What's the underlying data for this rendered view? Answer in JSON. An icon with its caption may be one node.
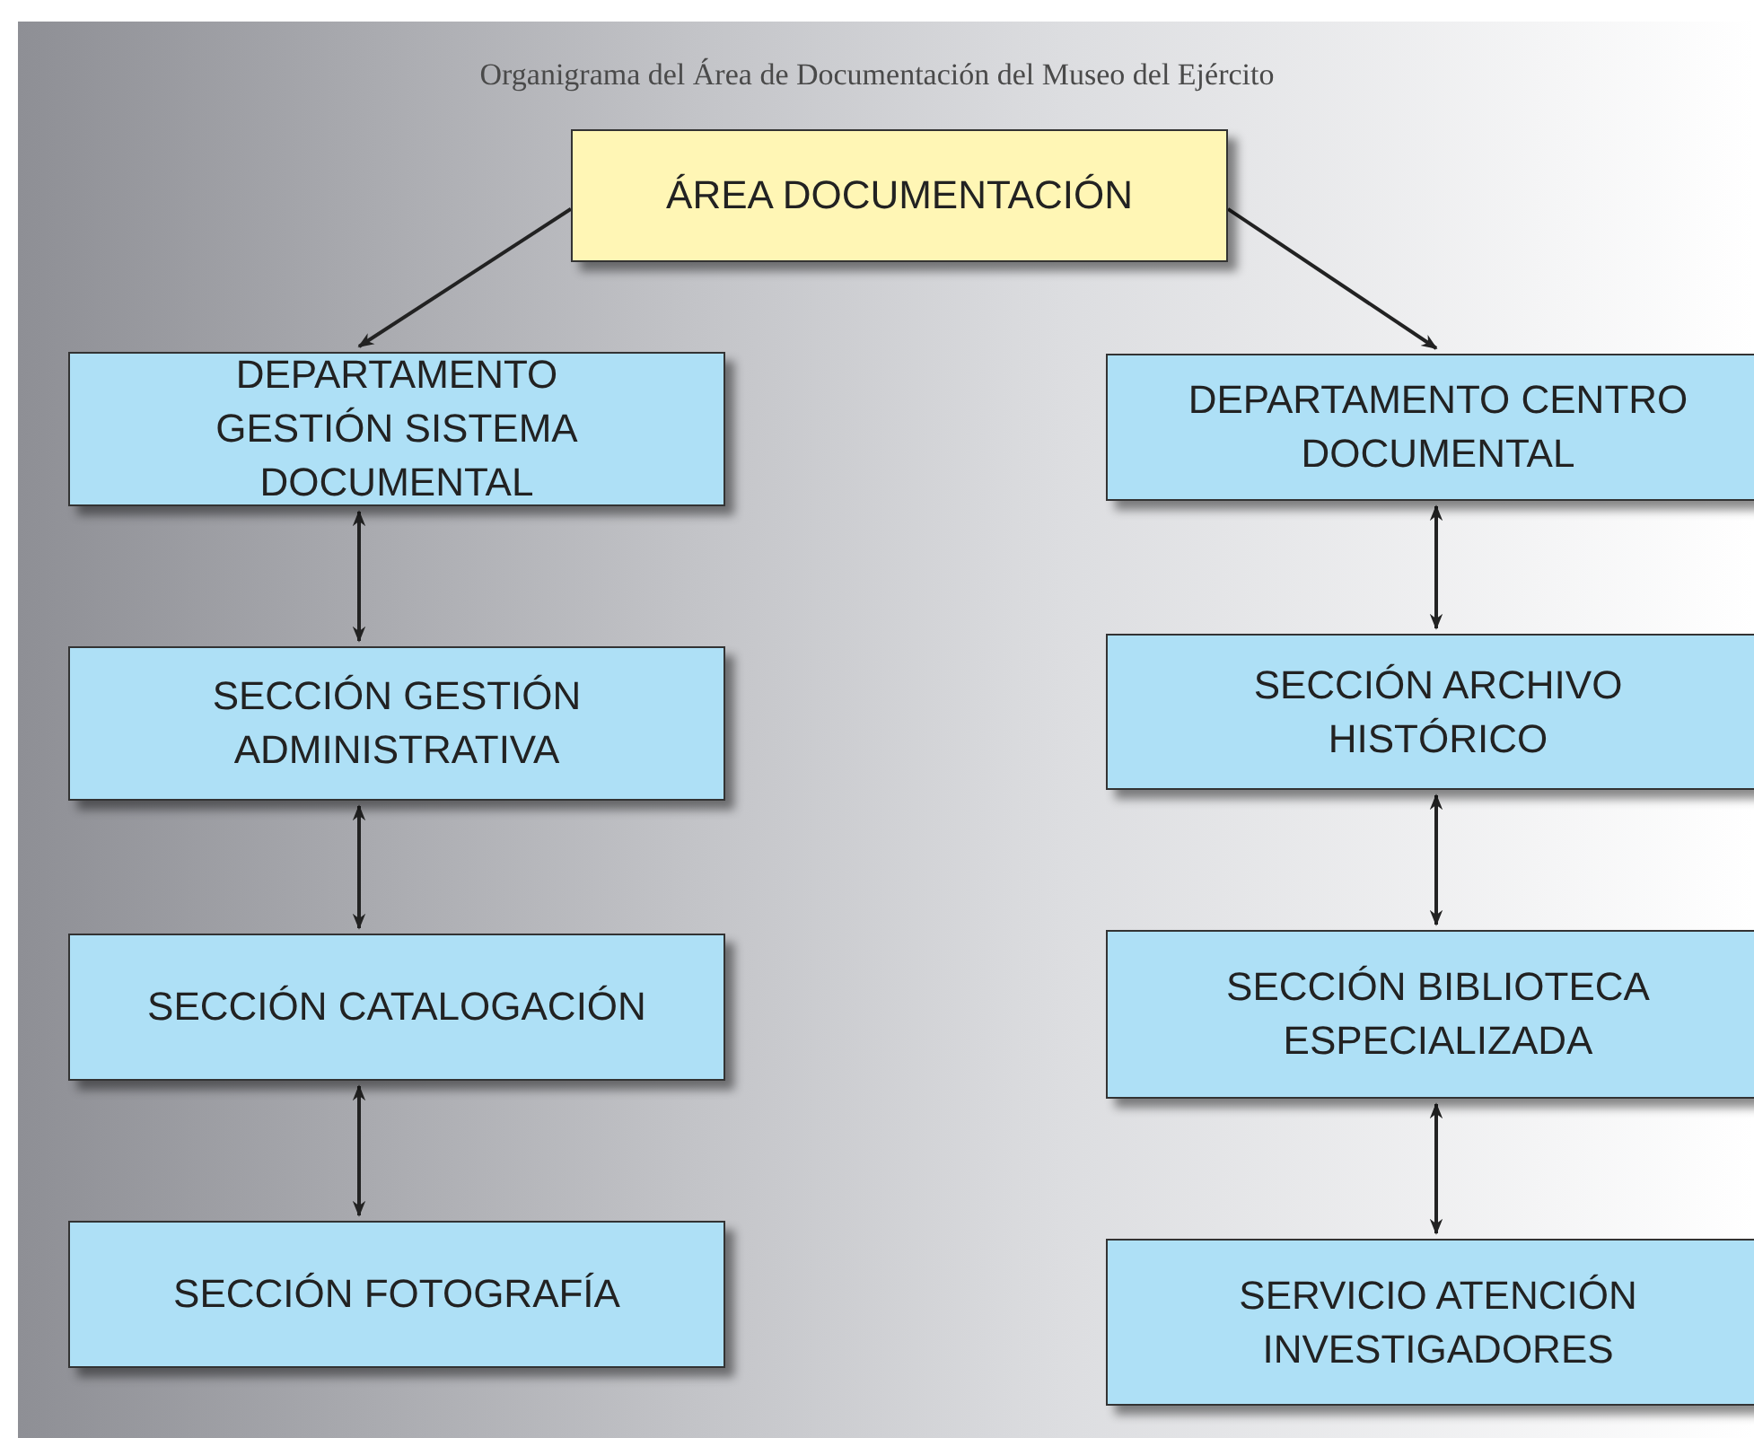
{
  "diagram": {
    "title": "Organigrama del Área de Documentación del Museo del Ejército",
    "nodes": [
      {
        "text": [
          "ÁREA DOCUMENTACIÓN"
        ]
      },
      {
        "text": [
          "DEPARTAMENTO GESTIÓN SISTEMA DOCUMENTAL"
        ]
      },
      {
        "text": [
          "SECCIÓN GESTIÓN ADMINISTRATIVA"
        ]
      },
      {
        "text": [
          "SECCIÓN CATALOGACIÓN"
        ]
      },
      {
        "text": [
          "SECCIÓN FOTOGRAFÍA"
        ]
      },
      {
        "text": [
          "DEPARTAMENTO CENTRO DOCUMENTAL"
        ]
      },
      {
        "text": [
          "SECCIÓN ARCHIVO HISTÓRICO"
        ]
      },
      {
        "text": [
          "SECCIÓN BIBLIOTECA ESPECIALIZADA"
        ]
      },
      {
        "text": [
          "SERVICIO ATENCIÓN INVESTIGADORES"
        ]
      }
    ],
    "edges": [
      {
        "from": 0,
        "to": 1,
        "arrow": "to"
      },
      {
        "from": 0,
        "to": 5,
        "arrow": "to"
      },
      {
        "from": 1,
        "to": 2,
        "arrow": "both"
      },
      {
        "from": 2,
        "to": 3,
        "arrow": "both"
      },
      {
        "from": 3,
        "to": 4,
        "arrow": "both"
      },
      {
        "from": 5,
        "to": 6,
        "arrow": "both"
      },
      {
        "from": 6,
        "to": 7,
        "arrow": "both"
      },
      {
        "from": 7,
        "to": 8,
        "arrow": "both"
      }
    ]
  }
}
